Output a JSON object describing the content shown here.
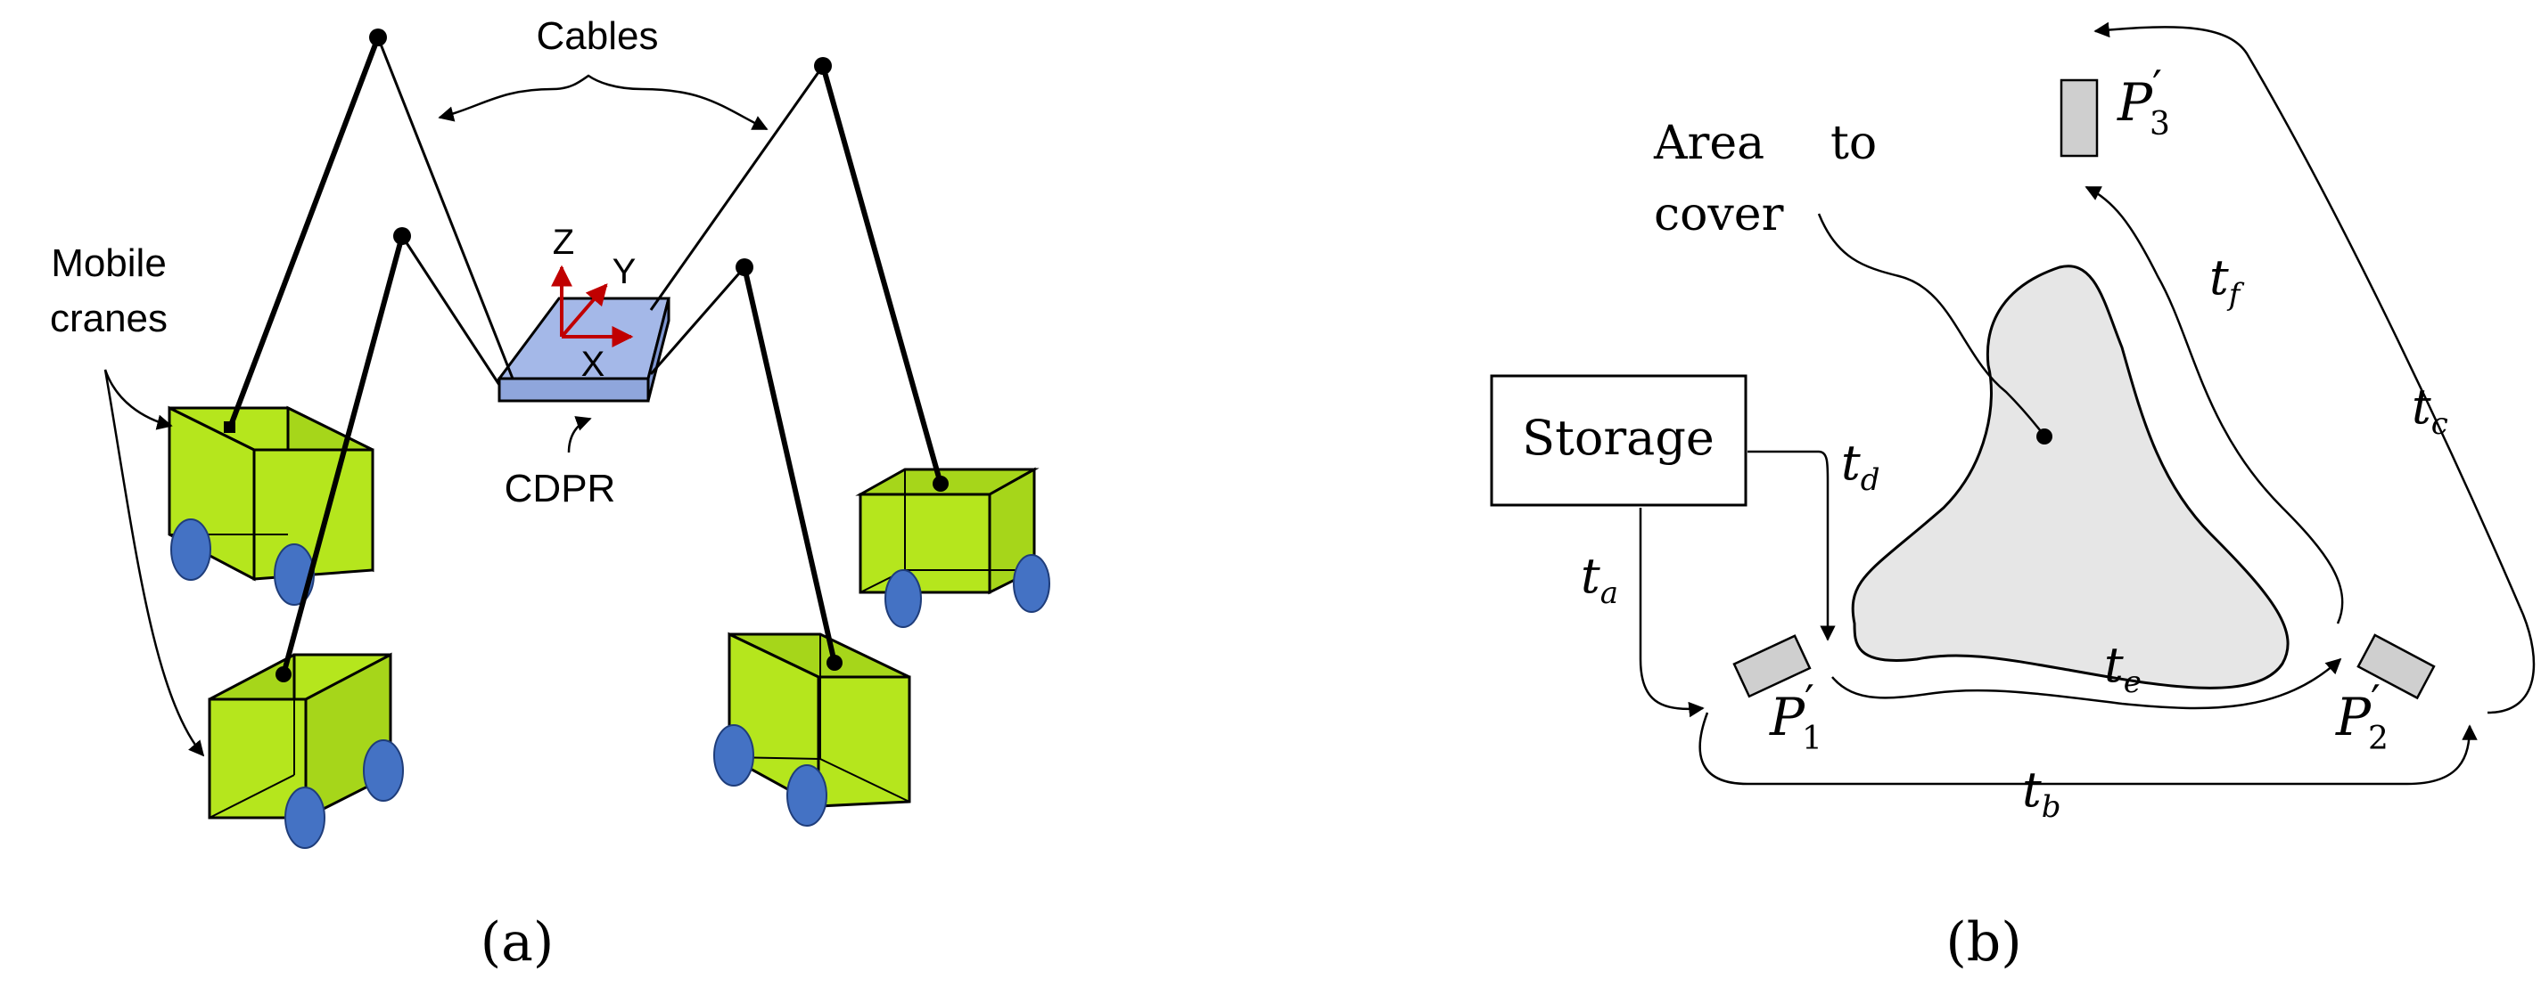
{
  "panel_a": {
    "label_cables": "Cables",
    "label_mobile_cranes_1": "Mobile",
    "label_mobile_cranes_2": "cranes",
    "label_cdpr": "CDPR",
    "axis_z": "Z",
    "axis_y": "Y",
    "axis_x": "X",
    "caption": "(a)",
    "colors": {
      "crane_body": "#b5e61d",
      "wheel": "#4472c4",
      "platform": "#a4b8e8",
      "axes": "#c00000"
    }
  },
  "panel_b": {
    "label_area_1": "Area",
    "label_area_2": "to",
    "label_area_3": "cover",
    "label_storage": "Storage",
    "t_a": "t",
    "t_a_sub": "a",
    "t_b": "t",
    "t_b_sub": "b",
    "t_c": "t",
    "t_c_sub": "c",
    "t_d": "t",
    "t_d_sub": "d",
    "t_e": "t",
    "t_e_sub": "e",
    "t_f": "t",
    "t_f_sub": "f",
    "p1": "P",
    "p1_prime": "′",
    "p1_sub": "1",
    "p2": "P",
    "p2_prime": "′",
    "p2_sub": "2",
    "p3": "P",
    "p3_prime": "′",
    "p3_sub": "3",
    "caption": "(b)",
    "colors": {
      "area_fill": "#e6e6e6",
      "box_fill": "#cfcfcf"
    }
  }
}
